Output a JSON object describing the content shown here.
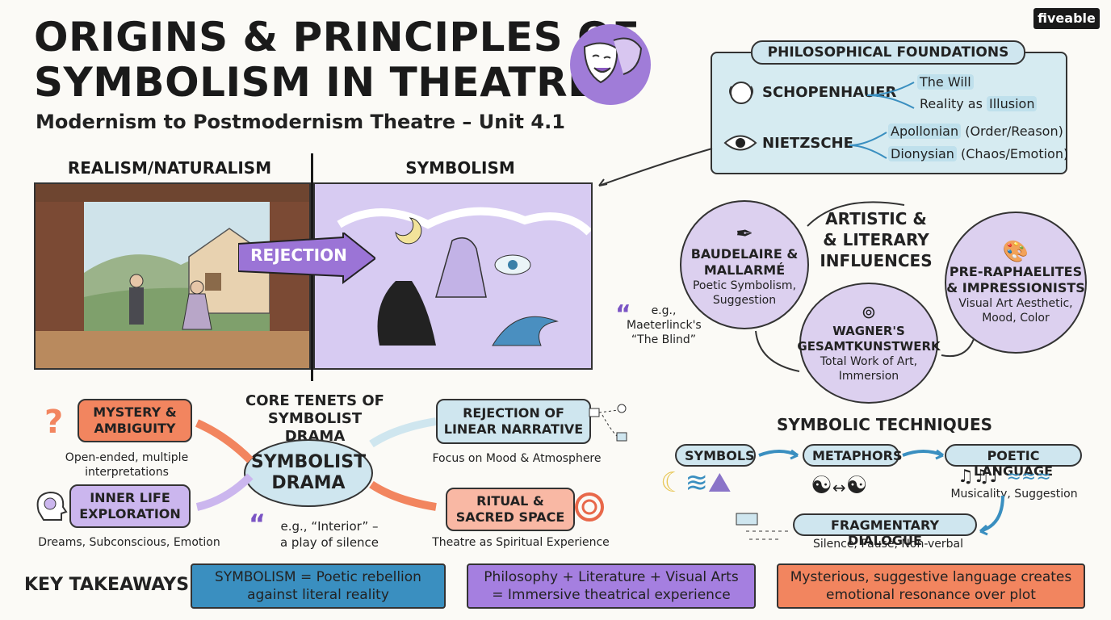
{
  "brand": "fiveable",
  "title_line1": "ORIGINS & PRINCIPLES OF",
  "title_line2": "SYMBOLISM IN THEATRE",
  "subtitle": "Modernism to Postmodernism Theatre – Unit 4.1",
  "panels": {
    "left_label": "REALISM/NATURALISM",
    "right_label": "SYMBOLISM",
    "banner": "REJECTION"
  },
  "example_quote": [
    "e.g.,",
    "Maeterlinck's",
    "“The Blind”"
  ],
  "philosophy": {
    "heading": "PHILOSOPHICAL FOUNDATIONS",
    "schopenhauer": {
      "name": "SCHOPENHAUER",
      "item1": "The Will",
      "item2_prefix": "Reality as ",
      "item2_hl": "Illusion"
    },
    "nietzsche": {
      "name": "NIETZSCHE",
      "item1_hl": "Apollonian",
      "item1_rest": " (Order/Reason)",
      "item2_hl": "Dionysian",
      "item2_rest": " (Chaos/Emotion)"
    }
  },
  "influences": {
    "heading": [
      "ARTISTIC &",
      "& LITERARY",
      "INFLUENCES"
    ],
    "baudelaire": {
      "name": [
        "BAUDELAIRE &",
        "MALLARMÉ"
      ],
      "desc": [
        "Poetic Symbolism,",
        "Suggestion"
      ]
    },
    "wagner": {
      "name": [
        "WAGNER'S",
        "GESAMTKUNSTWERK"
      ],
      "desc": [
        "Total Work of Art,",
        "Immersion"
      ]
    },
    "prerap": {
      "name": [
        "PRE-RAPHAELITES",
        "& IMPRESSIONISTS"
      ],
      "desc": [
        "Visual Art Aesthetic,",
        "Mood, Color"
      ]
    }
  },
  "tenets": {
    "heading": [
      "CORE TENETS OF",
      "SYMBOLIST DRAMA"
    ],
    "center": [
      "SYMBOLIST",
      "DRAMA"
    ],
    "mystery": {
      "label": [
        "MYSTERY &",
        "AMBIGUITY"
      ],
      "desc": [
        "Open-ended, multiple",
        "interpretations"
      ]
    },
    "inner": {
      "label": [
        "INNER LIFE",
        "EXPLORATION"
      ],
      "desc": "Dreams, Subconscious, Emotion"
    },
    "linear": {
      "label": [
        "REJECTION OF",
        "LINEAR NARRATIVE"
      ],
      "desc": "Focus on Mood & Atmosphere"
    },
    "ritual": {
      "label": [
        "RITUAL &",
        "SACRED SPACE"
      ],
      "desc": "Theatre as Spiritual Experience"
    },
    "quote": [
      "e.g., “Interior” –",
      "a play of silence"
    ]
  },
  "techniques": {
    "heading": "SYMBOLIC TECHNIQUES",
    "symbols": "SYMBOLS",
    "metaphors": "METAPHORS",
    "poetic": "POETIC LANGUAGE",
    "poetic_desc": "Musicality, Suggestion",
    "fragment": "FRAGMENTARY DIALOGUE",
    "fragment_desc": "Silence, Pause, Non-verbal"
  },
  "takeaways": {
    "label": "KEY TAKEAWAYS",
    "items": [
      {
        "lines": [
          "SYMBOLISM = Poetic rebellion",
          "against literal reality"
        ],
        "color": "#3a8fc0"
      },
      {
        "lines": [
          "Philosophy + Literature + Visual Arts",
          "= Immersive theatrical experience"
        ],
        "color": "#a57fe0"
      },
      {
        "lines": [
          "Mysterious, suggestive language creates",
          "emotional resonance over plot"
        ],
        "color": "#f2855f"
      }
    ]
  },
  "colors": {
    "orange": "#f2855f",
    "purple": "#cbb6ee",
    "blue": "#cfe6ef",
    "lavender": "#dcd0ef"
  }
}
